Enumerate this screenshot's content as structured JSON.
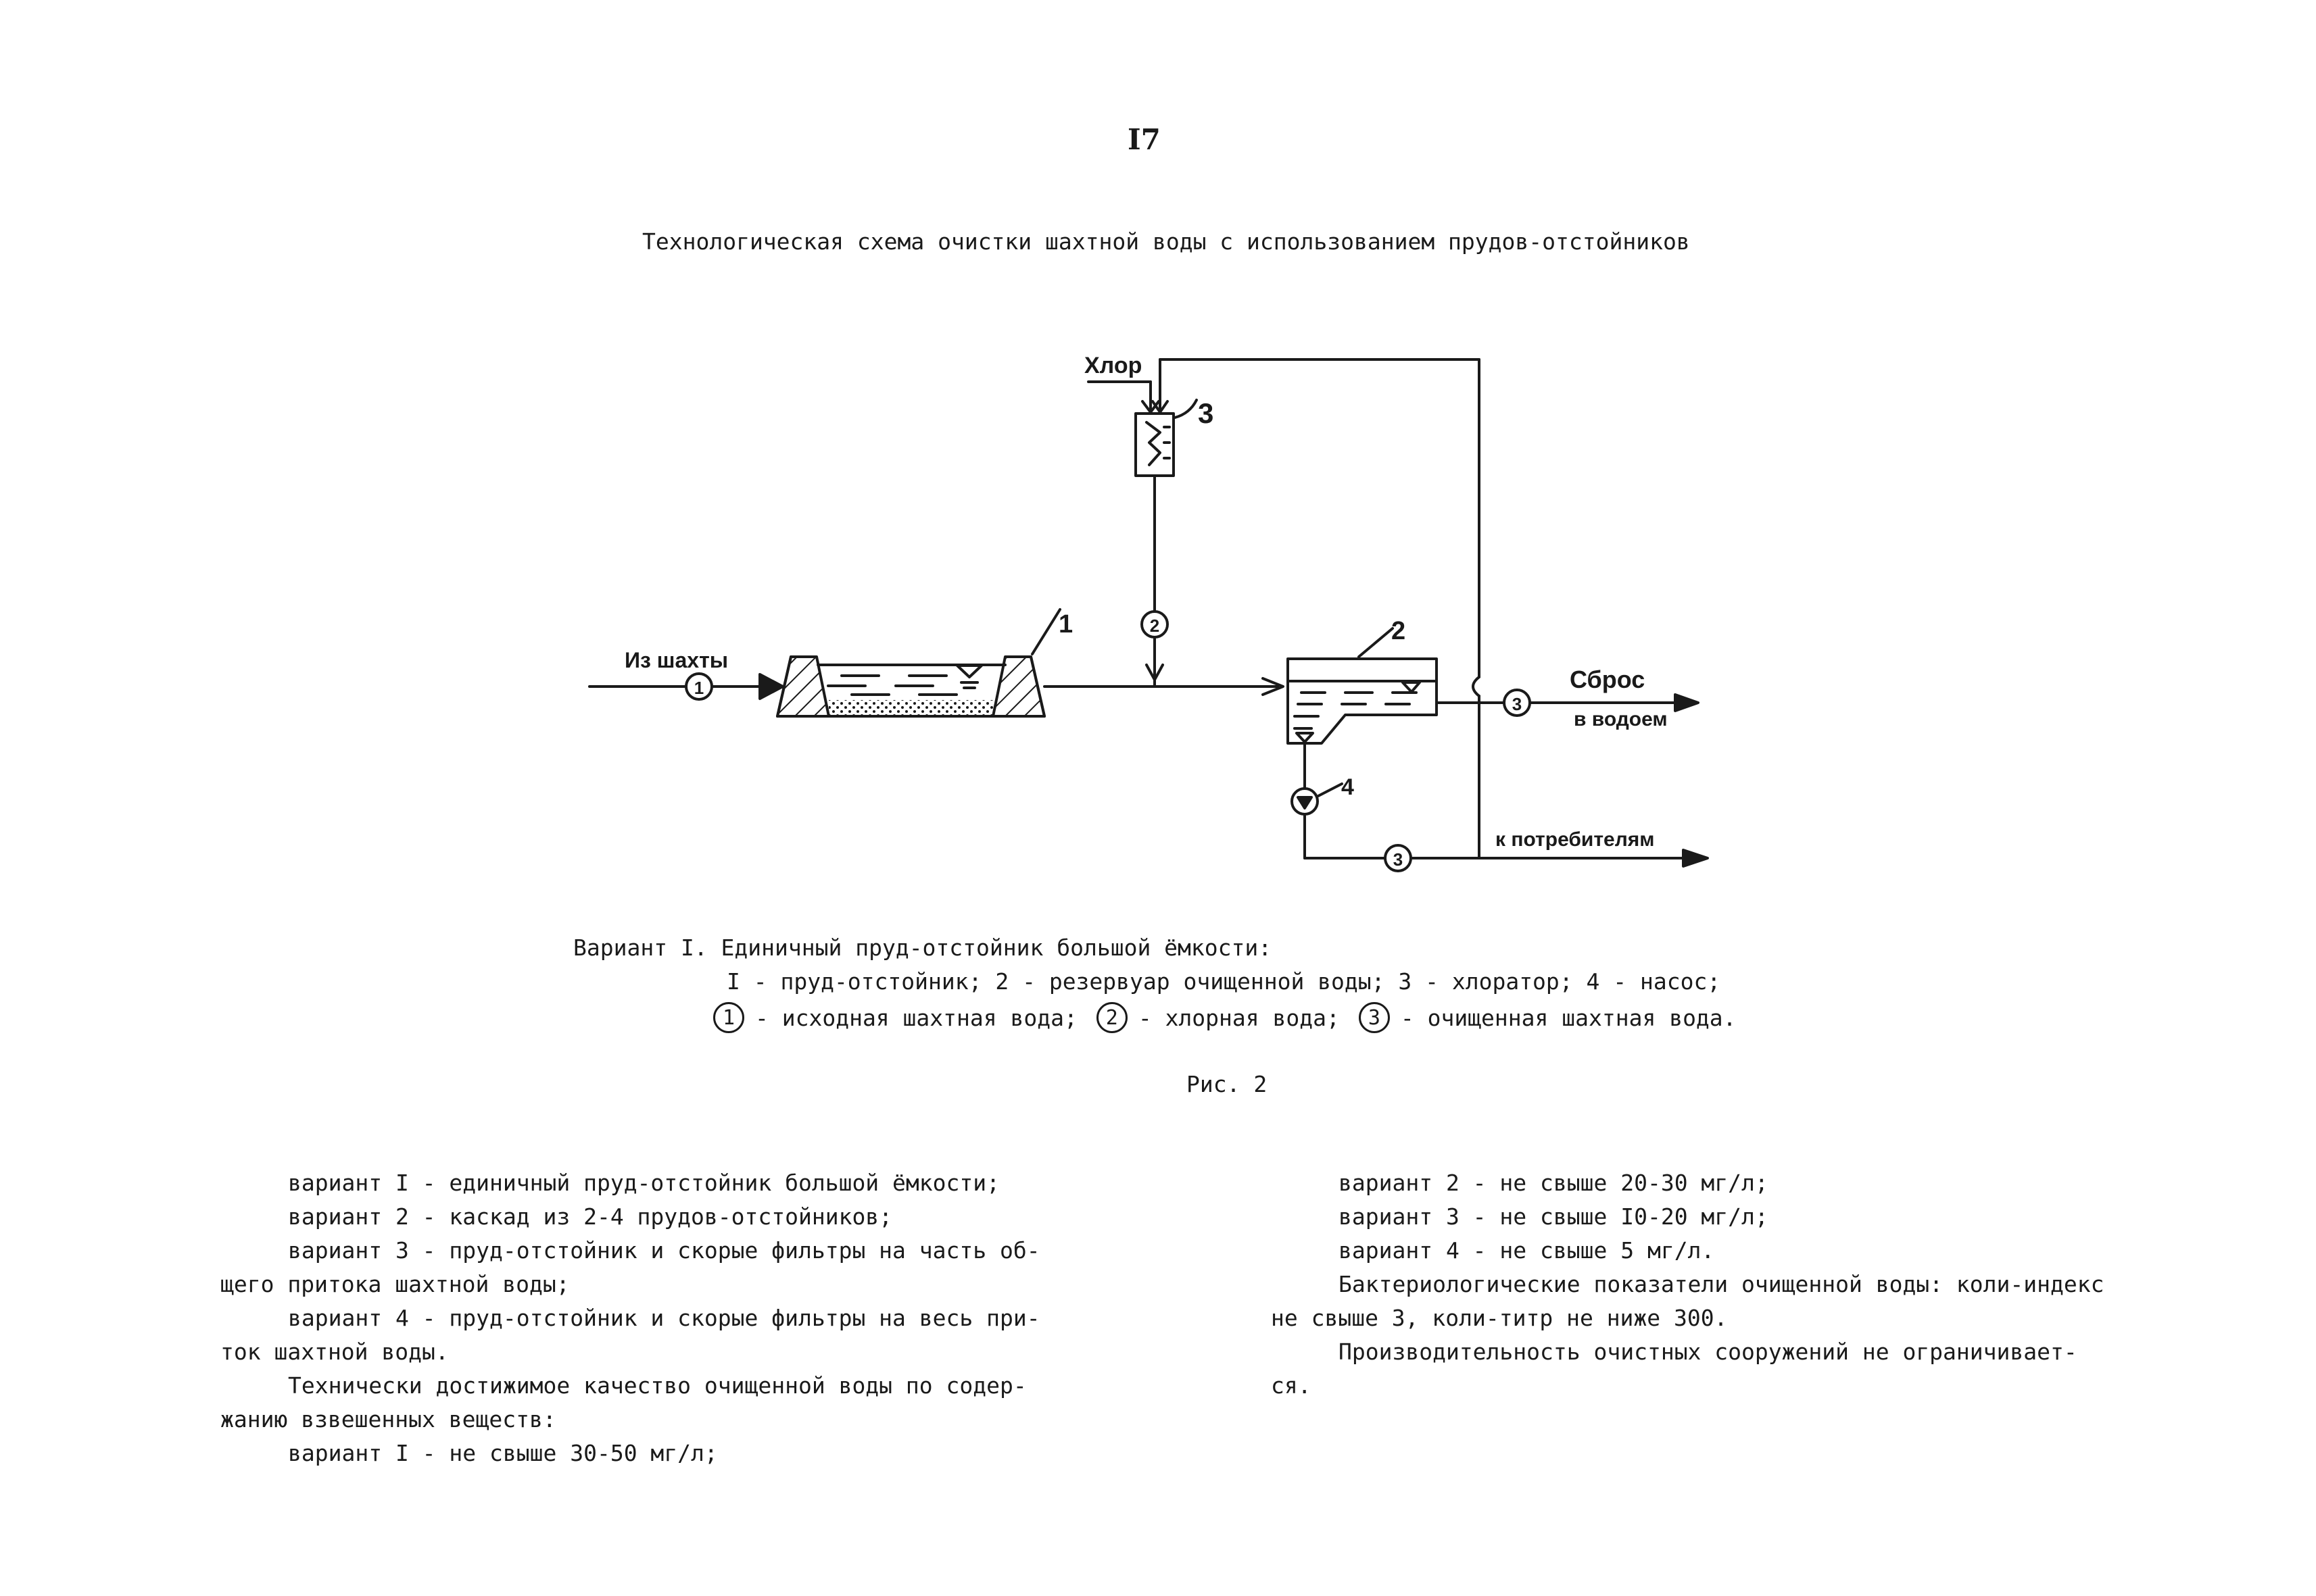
{
  "page_number": "I7",
  "figure_title": "Технологическая схема очистки шахтной воды с использованием прудов-отстойников",
  "diagram": {
    "label_from_mine": "Из шахты",
    "label_chlorine": "Хлор",
    "label_discharge": "Сброс",
    "label_to_waterbody": "в водоем",
    "label_to_consumers": "к потребителям",
    "num_1": "1",
    "num_2": "2",
    "num_3": "3",
    "num_4": "4",
    "stream_1": "1",
    "stream_2": "2",
    "stream_3": "3"
  },
  "caption": {
    "line1": "Вариант I. Единичный пруд-отстойник большой ёмкости:",
    "line2": "I - пруд-отстойник;  2 - резервуар очищенной воды;  3 - хлоратор;  4 - насос;",
    "legend": [
      {
        "num": "1",
        "text": "- исходная шахтная вода;"
      },
      {
        "num": "2",
        "text": "- хлорная вода;"
      },
      {
        "num": "3",
        "text": "- очищенная шахтная вода."
      }
    ]
  },
  "figure_label": "Рис. 2",
  "left_column": [
    {
      "text": "вариант I - единичный пруд-отстойник большой ёмкости;",
      "indent": true
    },
    {
      "text": "вариант 2 - каскад из 2-4 прудов-отстойников;",
      "indent": true
    },
    {
      "text": "вариант 3 - пруд-отстойник и скорые фильтры на часть об-",
      "indent": true
    },
    {
      "text": "щего притока шахтной воды;",
      "indent": false
    },
    {
      "text": "вариант 4 - пруд-отстойник и скорые фильтры на весь при-",
      "indent": true
    },
    {
      "text": "ток шахтной воды.",
      "indent": false
    },
    {
      "text": "Технически достижимое качество очищенной воды по содер-",
      "indent": true
    },
    {
      "text": "жанию взвешенных веществ:",
      "indent": false
    },
    {
      "text": "вариант I - не свыше 30-50 мг/л;",
      "indent": true
    }
  ],
  "right_column": [
    {
      "text": "вариант 2 - не свыше 20-30 мг/л;",
      "indent": true
    },
    {
      "text": "вариант 3 - не свыше I0-20 мг/л;",
      "indent": true
    },
    {
      "text": "вариант 4 - не свыше 5 мг/л.",
      "indent": true
    },
    {
      "text": "Бактериологические показатели очищенной воды: коли-индекс",
      "indent": true
    },
    {
      "text": "не свыше 3, коли-титр не ниже 300.",
      "indent": false
    },
    {
      "text": "Производительность очистных сооружений не ограничивает-",
      "indent": true
    },
    {
      "text": "ся.",
      "indent": false
    }
  ]
}
